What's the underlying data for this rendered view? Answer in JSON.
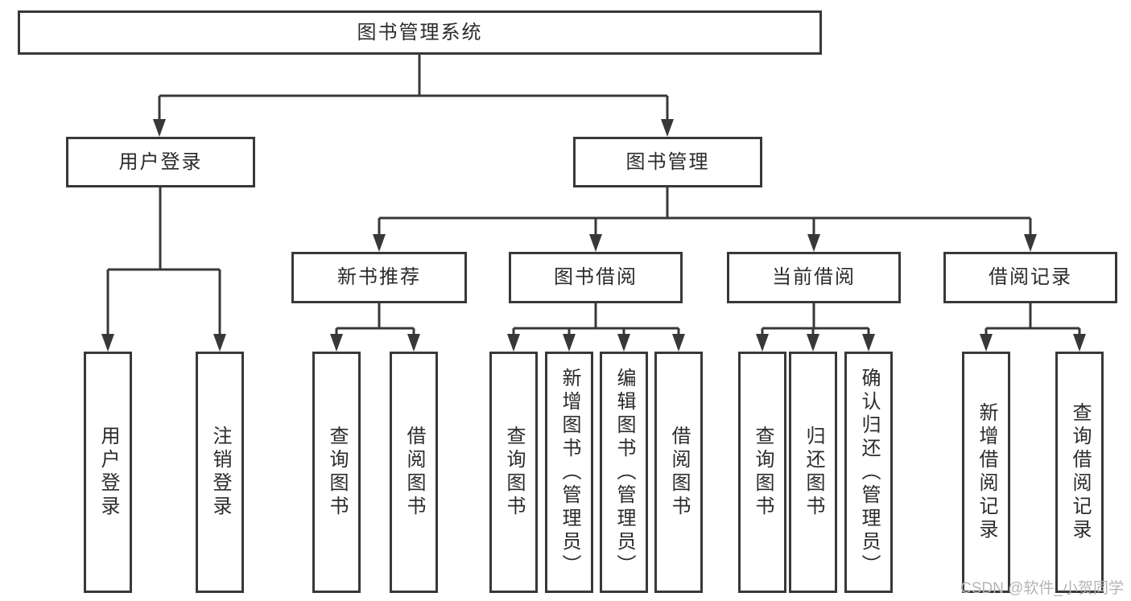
{
  "diagram": {
    "type": "tree",
    "root": {
      "label": "图书管理系统"
    },
    "level2": [
      {
        "id": "user-login",
        "label": "用户登录",
        "parent": "图书管理系统"
      },
      {
        "id": "book-management",
        "label": "图书管理",
        "parent": "图书管理系统"
      }
    ],
    "level3": [
      {
        "id": "new-book-recommend",
        "label": "新书推荐",
        "parent": "图书管理"
      },
      {
        "id": "book-borrow",
        "label": "图书借阅",
        "parent": "图书管理"
      },
      {
        "id": "current-borrow",
        "label": "当前借阅",
        "parent": "图书管理"
      },
      {
        "id": "borrow-record",
        "label": "借阅记录",
        "parent": "图书管理"
      }
    ],
    "level4": [
      {
        "label": "用户登录",
        "parent": "用户登录"
      },
      {
        "label": "注销登录",
        "parent": "用户登录"
      },
      {
        "label": "查询图书",
        "parent": "新书推荐"
      },
      {
        "label": "借阅图书",
        "parent": "新书推荐"
      },
      {
        "label": "查询图书",
        "parent": "图书借阅"
      },
      {
        "label": "新增图书（管理员）",
        "parent": "图书借阅"
      },
      {
        "label": "编辑图书（管理员）",
        "parent": "图书借阅"
      },
      {
        "label": "借阅图书",
        "parent": "图书借阅"
      },
      {
        "label": "查询图书",
        "parent": "当前借阅"
      },
      {
        "label": "归还图书",
        "parent": "当前借阅"
      },
      {
        "label": "确认归还（管理员）",
        "parent": "当前借阅"
      },
      {
        "label": "新增借阅记录",
        "parent": "借阅记录"
      },
      {
        "label": "查询借阅记录",
        "parent": "借阅记录"
      }
    ]
  },
  "watermark": "CSDN @软件_小贺同学",
  "colors": {
    "line": "#383838",
    "text": "#2b2b2b",
    "background": "#ffffff",
    "watermark": "#b5b5b5"
  }
}
